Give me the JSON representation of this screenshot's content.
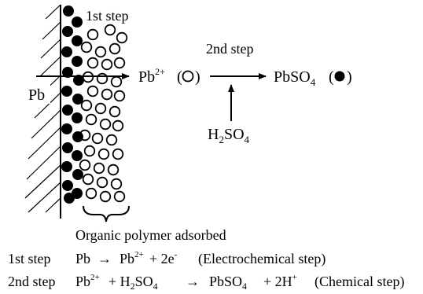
{
  "labels": {
    "first_step": "1st step",
    "second_step": "2nd step",
    "pb": "Pb",
    "pb2plus_base": "Pb",
    "pb2plus_sup": "2+",
    "pbso4_base": "PbSO",
    "pbso4_sub": "4",
    "h2so4_h": "H",
    "h2so4_2": "2",
    "h2so4_so": "SO",
    "h2so4_4": "4",
    "organic_polymer": "Organic polymer adsorbed"
  },
  "equations": {
    "eq1": {
      "step": "1st step",
      "reactant": "Pb",
      "arrow": "→",
      "product_base": "Pb",
      "product_sup": "2+",
      "plus_electrons": "+ 2e",
      "electron_sup": "-",
      "note": "(Electrochemical step)"
    },
    "eq2": {
      "step": "2nd step",
      "r1_base": "Pb",
      "r1_sup": "2+",
      "plus": "+ H",
      "h_sub": "2",
      "so": "SO",
      "so_sub": "4",
      "arrow": "→",
      "p1_base": "PbSO",
      "p1_sub": "4",
      "p2": "+ 2H",
      "p2_sup": "+",
      "note": "(Chemical step)"
    }
  }
}
